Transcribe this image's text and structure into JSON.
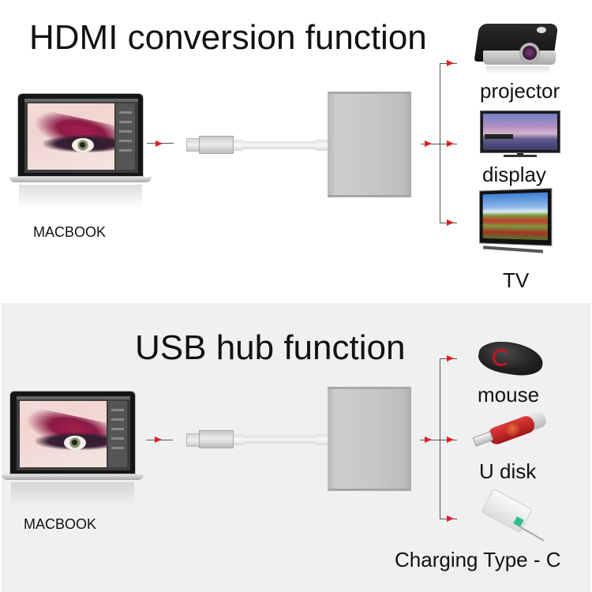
{
  "sections": {
    "hdmi": {
      "title": "HDMI conversion function",
      "source_label": "MACBOOK",
      "outputs": [
        {
          "label": "projector",
          "icon": "projector-icon"
        },
        {
          "label": "display",
          "icon": "monitor-icon"
        },
        {
          "label": "TV",
          "icon": "tv-icon"
        }
      ]
    },
    "usb": {
      "title": "USB hub function",
      "source_label": "MACBOOK",
      "outputs": [
        {
          "label": "mouse",
          "icon": "mouse-icon"
        },
        {
          "label": "U disk",
          "icon": "usb-flash-drive-icon"
        },
        {
          "label": "Charging Type - C",
          "icon": "charger-icon"
        }
      ]
    }
  },
  "colors": {
    "arrow": "#e01e1e",
    "connector_line": "#555555",
    "bottom_panel_bg": "#eef0f2",
    "hub_silver": "#c6c6c6"
  }
}
